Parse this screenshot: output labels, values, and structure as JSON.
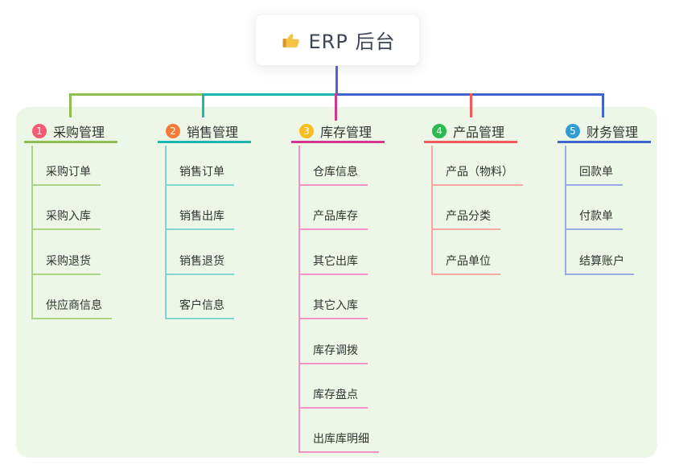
{
  "root": {
    "title": "ERP 后台",
    "icon": "thumbs-up-icon",
    "line_color": "#5163c8"
  },
  "panel": {
    "background": "#edf7e7"
  },
  "branches": [
    {
      "index": "1",
      "label": "采购管理",
      "badge_color": "#f35c74",
      "line_color": "#8cc152",
      "child_line_color": "#acd488",
      "children": [
        "采购订单",
        "采购入库",
        "采购退货",
        "供应商信息"
      ]
    },
    {
      "index": "2",
      "label": "销售管理",
      "badge_color": "#f67a35",
      "line_color": "#1cb8b0",
      "child_line_color": "#7fd6cf",
      "children": [
        "销售订单",
        "销售出库",
        "销售退货",
        "客户信息"
      ]
    },
    {
      "index": "3",
      "label": "库存管理",
      "badge_color": "#fabd20",
      "line_color": "#d4368e",
      "child_line_color": "#f092c5",
      "children": [
        "仓库信息",
        "产品库存",
        "其它出库",
        "其它入库",
        "库存调拨",
        "库存盘点",
        "出库库明细"
      ]
    },
    {
      "index": "4",
      "label": "产品管理",
      "badge_color": "#2bba4d",
      "line_color": "#f25a5c",
      "child_line_color": "#f8a7a3",
      "children": [
        "产品（物料）",
        "产品分类",
        "产品单位"
      ]
    },
    {
      "index": "5",
      "label": "财务管理",
      "badge_color": "#2f9cd8",
      "line_color": "#4064ce",
      "child_line_color": "#9aabe4",
      "children": [
        "回款单",
        "付款单",
        "结算账户"
      ]
    }
  ]
}
